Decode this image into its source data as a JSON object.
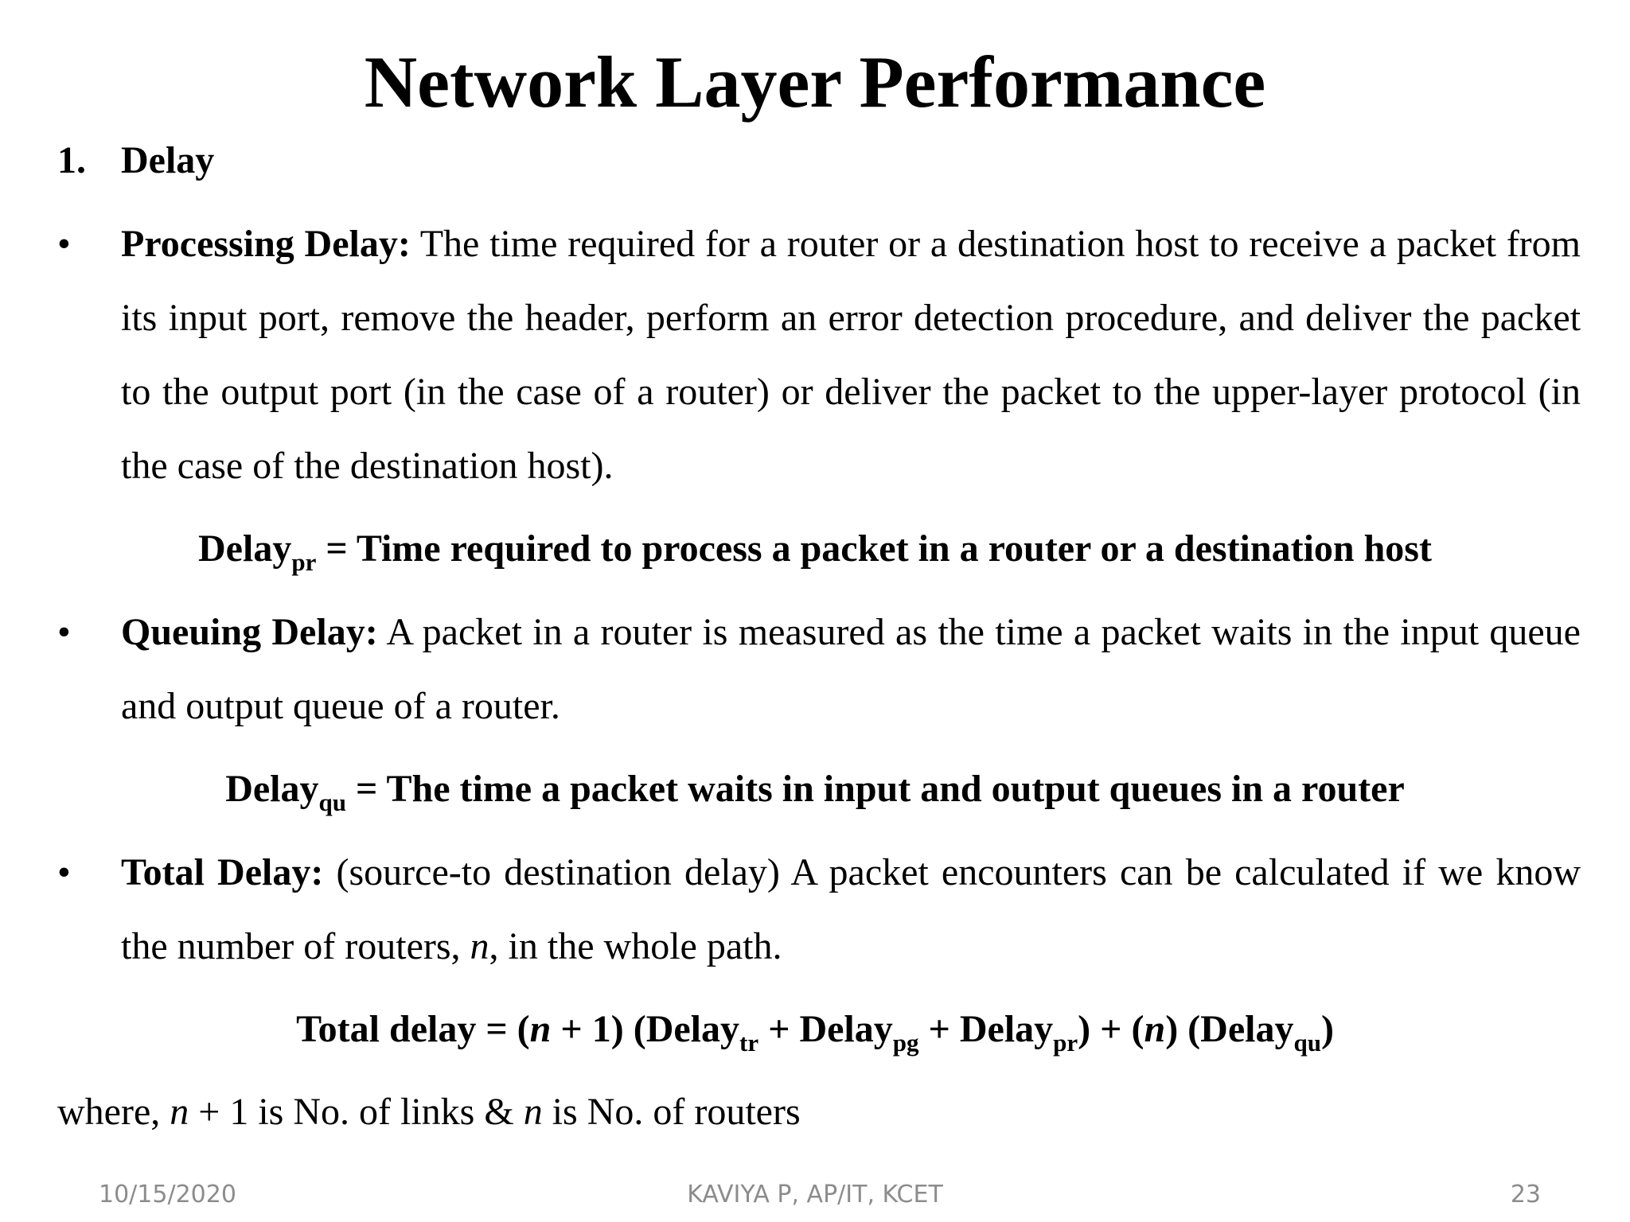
{
  "title": "Network Layer Performance",
  "section": {
    "number": "1.",
    "label": "Delay"
  },
  "bullets": {
    "mark": "•",
    "processing": {
      "term": "Processing Delay:",
      "text": " The time required for a router or a destination host to receive a packet from its input port, remove the header, perform an error detection procedure, and deliver the packet to the output port (in the case of a router) or deliver the packet to the upper-layer protocol (in the case of the destination host)."
    },
    "queuing": {
      "term": "Queuing Delay:",
      "text": " A packet in a router is measured as the time a packet waits in the input queue and output queue of a router."
    },
    "total": {
      "term": "Total Delay:",
      "text_before_n": " (source-to destination delay) A packet encounters can be calculated if we know the number of routers, ",
      "n": "n",
      "text_after_n": ", in the whole path."
    }
  },
  "formulas": {
    "pr": {
      "lhs": "Delay",
      "sub": "pr",
      "rhs": " = Time required to process a packet in a router or a destination host"
    },
    "qu": {
      "lhs": "Delay",
      "sub": "qu",
      "rhs": " = The time a packet waits in input and output queues in a router"
    },
    "total": {
      "p1": "Total delay = (",
      "n1": "n",
      "p2": " + 1) (Delay",
      "s1": "tr",
      "p3": " + Delay",
      "s2": "pg",
      "p4": " + Delay",
      "s3": "pr",
      "p5": ") + (",
      "n2": "n",
      "p6": ") (Delay",
      "s4": "qu",
      "p7": ")"
    }
  },
  "where": {
    "p1": "where, ",
    "n1": "n",
    "p2": " + 1 is No. of links & ",
    "n2": "n",
    "p3": " is No. of routers"
  },
  "footer": {
    "date": "10/15/2020",
    "author": "KAVIYA P, AP/IT, KCET",
    "page": "23"
  }
}
